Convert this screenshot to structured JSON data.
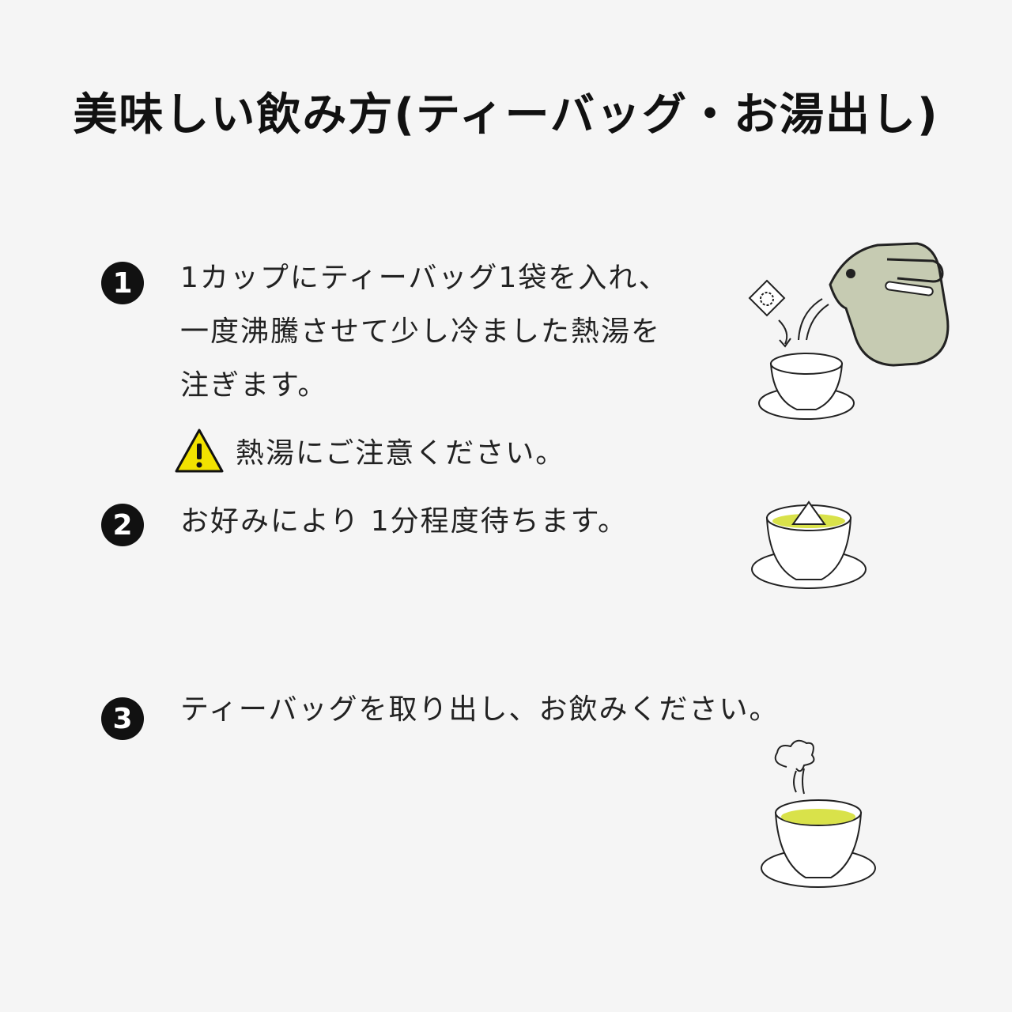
{
  "title": "美味しい飲み方(ティーバッグ・お湯出し)",
  "steps": [
    {
      "number": "1",
      "lines": [
        "1カップにティーバッグ1袋を入れ、",
        "一度沸騰させて少し冷ました熱湯を",
        "注ぎます。"
      ]
    },
    {
      "number": "2",
      "lines": [
        "お好みにより 1分程度待ちます。"
      ]
    },
    {
      "number": "3",
      "lines": [
        "ティーバッグを取り出し、お飲みください。"
      ]
    }
  ],
  "warning": {
    "icon": "warning-triangle-icon",
    "text": "熱湯にご注意ください。"
  },
  "colors": {
    "badge": "#111111",
    "kettle": "#c6cbb2",
    "tea": "#d9e24a",
    "warning_yellow": "#f2e200"
  }
}
